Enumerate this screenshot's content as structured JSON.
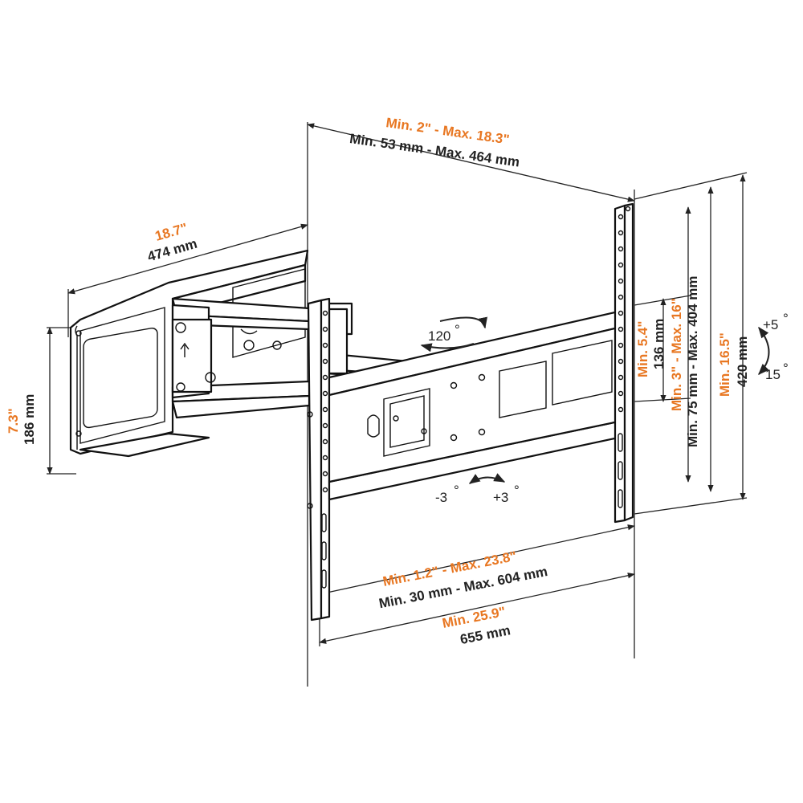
{
  "dimensions": {
    "depth_range": {
      "imperial": "Min. 2\" - Max. 18.3\"",
      "metric": "Min. 53 mm - Max. 464 mm"
    },
    "arm_length": {
      "imperial": "18.7\"",
      "metric": "474 mm"
    },
    "wall_plate_height": {
      "imperial": "7.3\"",
      "metric": "186 mm"
    },
    "wall_plate_width": {
      "imperial": "Min. 5.4\"",
      "metric": "136 mm"
    },
    "vesa_vertical": {
      "imperial": "Min. 3\" - Max. 16\"",
      "metric": "Min. 75 mm - Max. 404 mm"
    },
    "bracket_height": {
      "imperial": "Min. 16.5\"",
      "metric": "420 mm"
    },
    "vesa_horizontal": {
      "imperial": "Min. 1.2\" - Max. 23.8\"",
      "metric": "Min. 30 mm - Max. 604 mm"
    },
    "bracket_width": {
      "imperial": "Min. 25.9\"",
      "metric": "655  mm"
    }
  },
  "angles": {
    "swivel": "120",
    "tilt_up": "+5",
    "tilt_down": "15",
    "level_minus": "-3",
    "level_plus": "+3"
  },
  "colors": {
    "imperial": "#e87722",
    "metric": "#222222",
    "line": "#111111"
  }
}
